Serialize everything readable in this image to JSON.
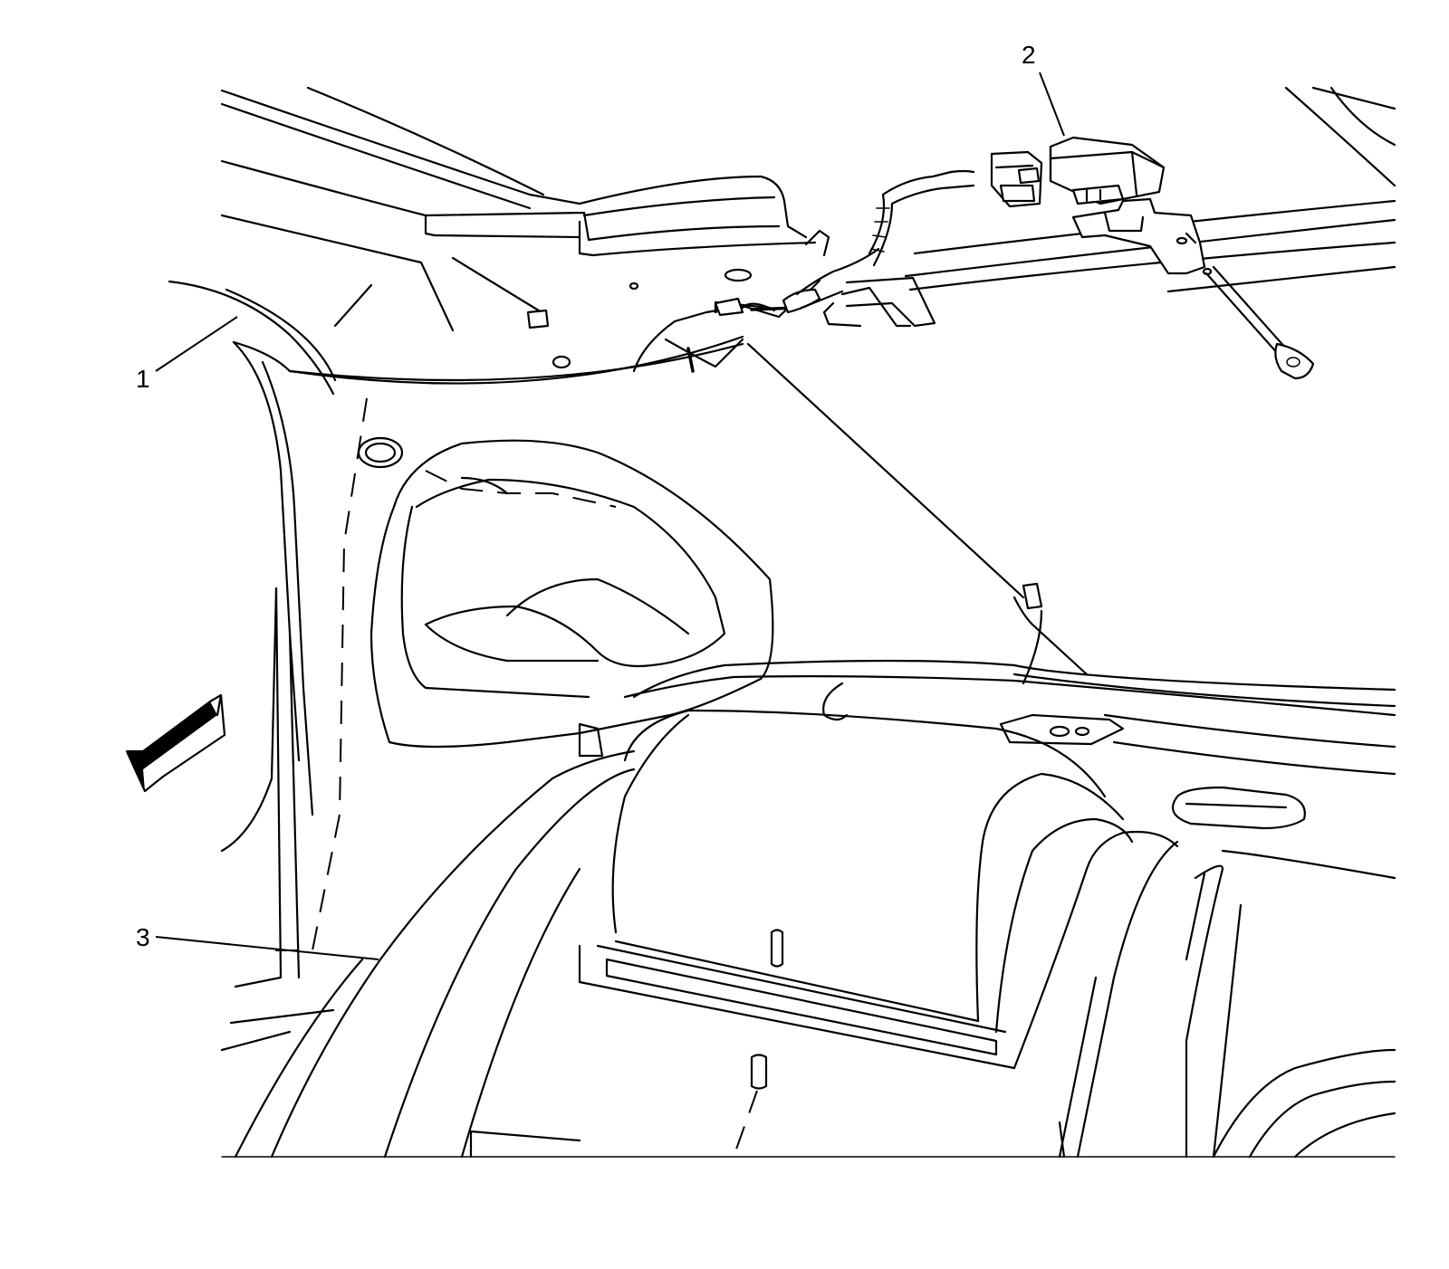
{
  "callouts": {
    "c1": "1",
    "c2": "2",
    "c3": "3"
  },
  "direction_arrow": "forward-arrow"
}
